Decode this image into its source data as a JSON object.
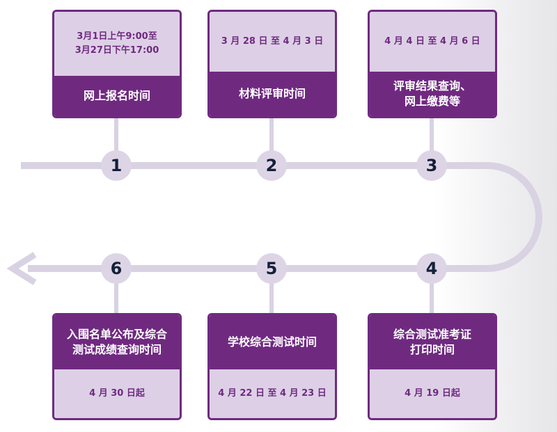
{
  "steps": [
    {
      "number": "1",
      "title": "网上报名时间",
      "date": "3月1日上午9:00至\n3月27日下午17:00"
    },
    {
      "number": "2",
      "title": "材料评审时间",
      "date": "3 月 28 日 至 4 月 3 日"
    },
    {
      "number": "3",
      "title": "评审结果查询、\n网上缴费等",
      "date": "4 月 4 日 至 4 月 6 日"
    },
    {
      "number": "4",
      "title": "综合测试准考证\n打印时间",
      "date": "4 月 19 日起"
    },
    {
      "number": "5",
      "title": "学校综合测试时间",
      "date": "4 月 22 日 至 4 月 23 日"
    },
    {
      "number": "6",
      "title": "入围名单公布及综合\n测试成绩查询时间",
      "date": "4 月 30 日起"
    }
  ],
  "colors": {
    "card_purple": "#6f2a80",
    "card_light": "#ddd0e6",
    "track": "#d9d2e2",
    "node_fill": "#ddd5e6",
    "node_text": "#15203a"
  }
}
